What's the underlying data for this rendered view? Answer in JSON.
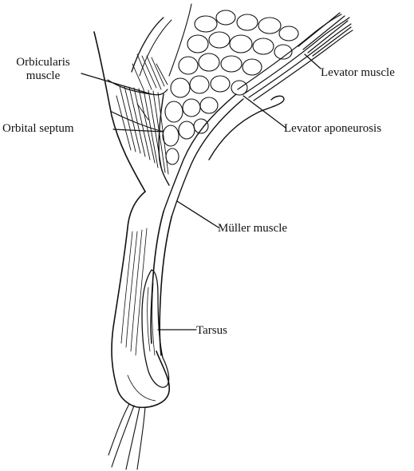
{
  "labels": {
    "orbicularis_line1": "Orbicularis",
    "orbicularis_line2": "muscle",
    "orbital_septum": "Orbital septum",
    "levator_muscle": "Levator muscle",
    "levator_aponeurosis": "Levator aponeurosis",
    "muller_muscle": "Müller muscle",
    "tarsus": "Tarsus"
  },
  "colors": {
    "ink": "#111111",
    "paper": "#ffffff"
  }
}
